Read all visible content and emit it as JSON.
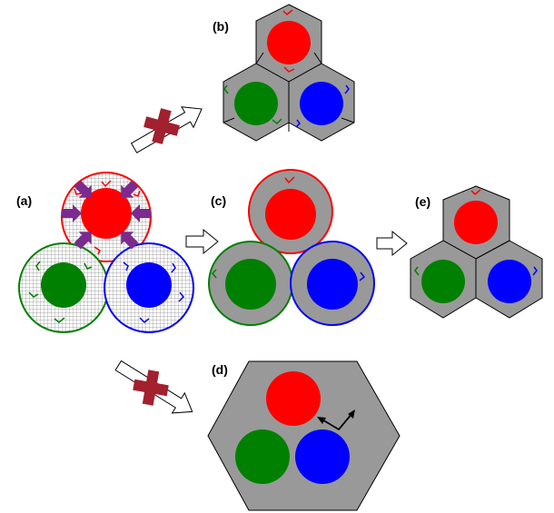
{
  "panels": {
    "a": {
      "label": "(a)"
    },
    "b": {
      "label": "(b)"
    },
    "c": {
      "label": "(c)"
    },
    "d": {
      "label": "(d)"
    },
    "e": {
      "label": "(e)"
    }
  },
  "colors": {
    "red": "#ff0000",
    "green": "#008000",
    "blue": "#0000ff",
    "gray": "#999999",
    "cross": "#a3202e",
    "purple": "#7b2a8e"
  },
  "icons": {
    "forward_arrow": "hollow-right-arrow",
    "blocked_marker": "cross-icon"
  }
}
